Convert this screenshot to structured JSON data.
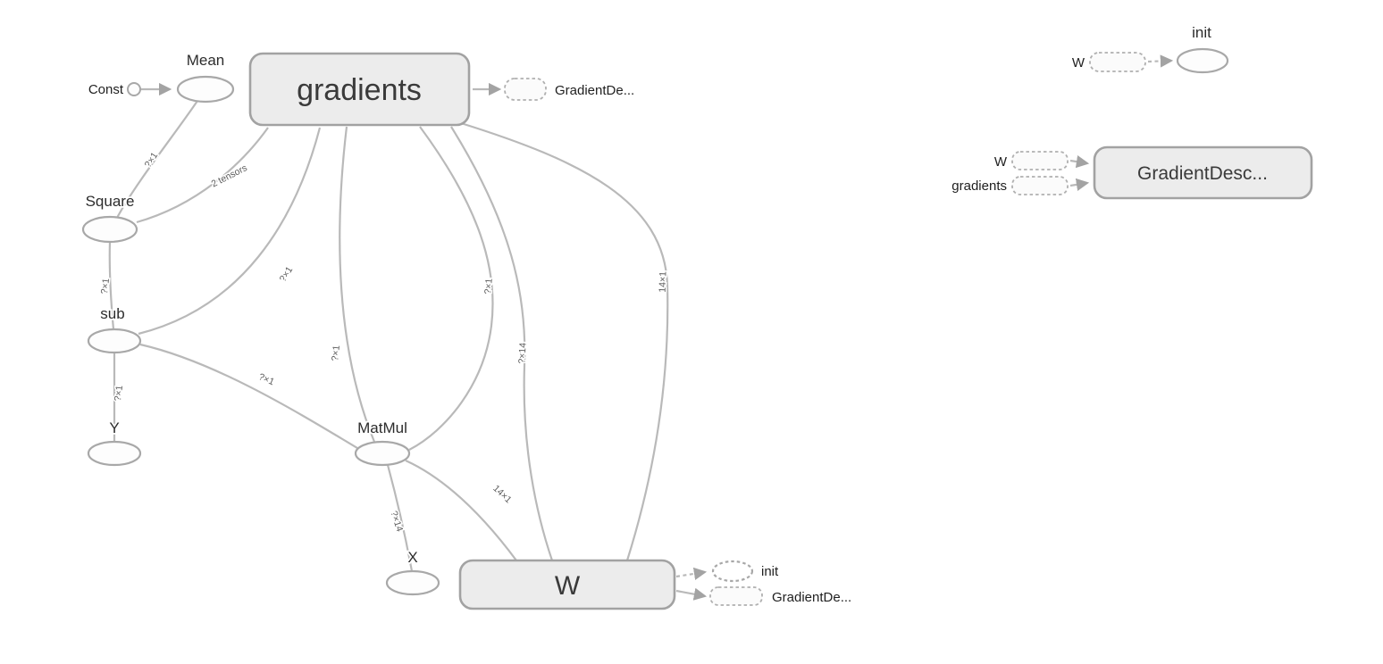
{
  "graph": {
    "nodes": {
      "const": "Const",
      "mean": "Mean",
      "gradients": "gradients",
      "gradients_output": "GradientDe...",
      "square": "Square",
      "sub": "sub",
      "y": "Y",
      "matmul": "MatMul",
      "x": "X",
      "w": "W",
      "w_init": "init",
      "w_output": "GradientDe..."
    },
    "edge_labels": {
      "mean_square": "?×1",
      "square_gradients": "2 tensors",
      "square_sub": "?×1",
      "sub_y": "?×1",
      "sub_gradients": "?×1",
      "sub_matmul": "?×1",
      "gradients_matmul_left": "?×1",
      "gradients_matmul_right": "?×1",
      "gradients_w_mid": "?×14",
      "gradients_w_right": "14×1",
      "matmul_x": "?×14",
      "w_matmul": "14×1"
    },
    "aux_init": {
      "title": "init",
      "w_label": "W"
    },
    "aux_gd": {
      "title": "GradientDesc...",
      "w_label": "W",
      "gradients_label": "gradients"
    }
  },
  "colors": {
    "edge": "#b9b9b9",
    "node_stroke": "#a8a8a8",
    "big_node_fill": "#ececec",
    "label_text": "#2c2c2c"
  }
}
